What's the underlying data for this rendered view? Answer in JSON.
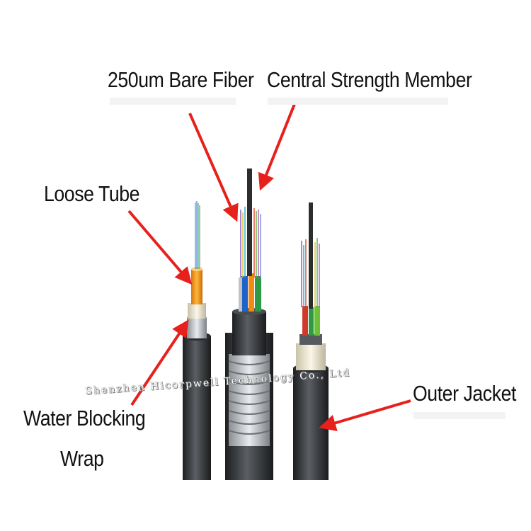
{
  "labels": {
    "bare_fiber": "250um Bare Fiber",
    "strength_member": "Central Strength Member",
    "loose_tube": "Loose Tube",
    "water_blocking_line1": "Water Blocking",
    "water_blocking_line2": "Wrap",
    "outer_jacket": "Outer Jacket"
  },
  "watermark": "Shenzhen Hicorpwell Technology Co., Ltd",
  "colors": {
    "arrow": "#e8201c",
    "jacket": "#3a3d40",
    "loose_tube": "#f39a1a",
    "wrap": "#efe8cf"
  }
}
